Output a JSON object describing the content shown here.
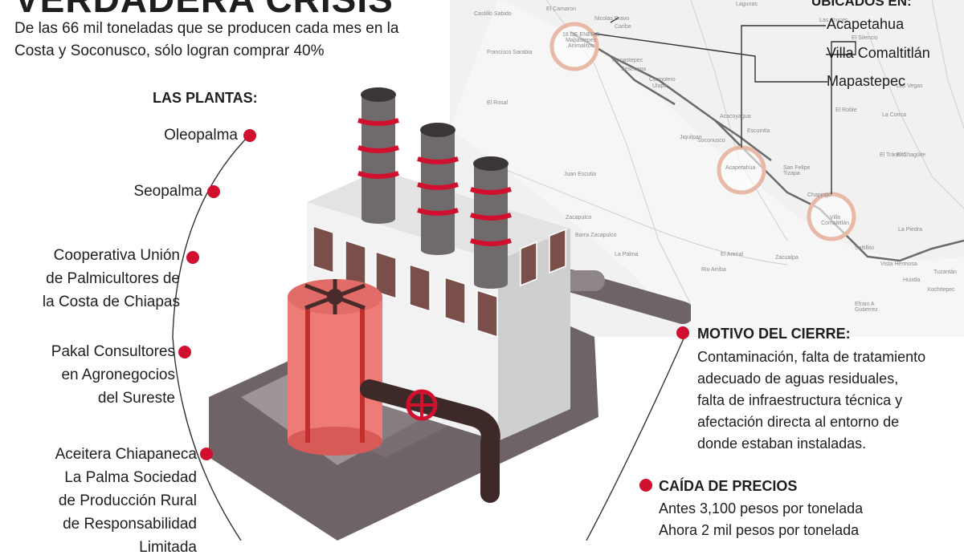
{
  "header": {
    "title": "VERDADERA CRISIS",
    "subtitle": "De las 66 mil toneladas que se producen cada mes en la Costa y Soconusco, sólo logran comprar 40%"
  },
  "plants": {
    "heading": "LAS PLANTAS:",
    "items": [
      "Oleopalma",
      "Seopalma",
      "Cooperativa Unión\nde Palmicultores de\nla Costa de Chiapas",
      "Pakal Consultores\nen Agronegocios\ndel Sureste",
      "Aceitera Chiapaneca\nLa Palma Sociedad\nde Producción Rural\nde Responsabilidad\nLimitada"
    ]
  },
  "located": {
    "heading": "UBICADOS EN:",
    "places": [
      "Acapetahua",
      "Villa Comaltitlán",
      "Mapastepec"
    ]
  },
  "map": {
    "circle_labels": [
      "18 DE ENERO\nMapastepec\nAnimalitos",
      "Acapetahua",
      "Villa\nComaltitlán"
    ],
    "labels": [
      "El Camaron",
      "Lagunas",
      "Castillo Sabido",
      "Nicolas Bravo",
      "Caribe",
      "Francisco Sarabia",
      "Mapastepec",
      "Sesecapa",
      "Cormolero",
      "Ulapa",
      "El Rosal",
      "El Roble",
      "Acacoyagua",
      "La Conca",
      "Escuintla",
      "Jiquilpan",
      "Soconusco",
      "San Felipe Tizapa",
      "Chapingo",
      "Juan Escutia",
      "Zacapulco",
      "Barra Zacapulco",
      "La Palma",
      "El Arenal",
      "Rio Arriba",
      "Zacualpa",
      "El Tránsito",
      "La Piedra",
      "Saltillito",
      "Vista Hermosa",
      "Huixtla",
      "Tuzantán",
      "Xochitepec",
      "Efrain A Gutierrez",
      "Las Cruces",
      "El Silencio",
      "Las Vegas",
      "El Chagüite"
    ]
  },
  "closure": {
    "heading": "MOTIVO DEL CIERRE:",
    "body": "Contaminación, falta de tratamiento\nadecuado de aguas residuales,\nfalta de infraestructura técnica y\nafectación directa al entorno de\ndonde estaban instaladas."
  },
  "prices": {
    "heading": "CAÍDA DE PRECIOS",
    "before": "Antes 3,100 pesos por tonelada",
    "now": "Ahora 2 mil pesos por tonelada"
  },
  "colors": {
    "accent_red": "#d0102e",
    "text": "#1e1e1e",
    "map_grey": "#f1f1f1"
  }
}
